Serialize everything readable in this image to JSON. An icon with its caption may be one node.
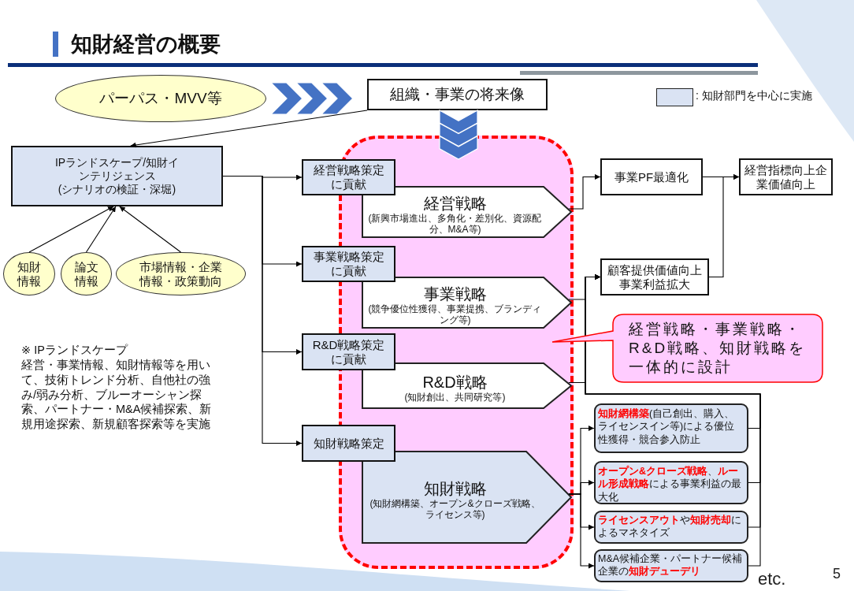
{
  "diagram": {
    "title": "知財経営の概要",
    "nodes": [
      {
        "text": [
          "パーパス・MVV等"
        ]
      },
      {
        "text": [
          "組織・事業の将来像"
        ]
      },
      {
        "text": [
          "IPランドスケープ/知財インテリジェンス",
          "(シナリオの検証・深堀)"
        ]
      },
      {
        "text": [
          "知財情報"
        ]
      },
      {
        "text": [
          "論文情報"
        ]
      },
      {
        "text": [
          "市場情報・企業情報・政策動向"
        ]
      },
      {
        "text": [
          "※ IPランドスケープ",
          "経営・事業情報、知財情報等を用いて、技術トレンド分析、自他社の強み/弱み分析、ブルーオーシャン探索、パートナー・M&A候補探索、新規用途探索、新規顧客探索等を実施"
        ]
      },
      {
        "text": [],
        "shape": "box"
      },
      {
        "text": [
          "経営戦略策定に貢献"
        ]
      },
      {
        "text": [
          "経営戦略",
          "(新興市場進出、多角化・差別化、資源配分、M&A等)"
        ],
        "in": 7
      },
      {
        "text": [
          "事業戦略策定に貢献"
        ]
      },
      {
        "text": [
          "事業戦略",
          "(競争優位性獲得、事業提携、ブランディング等)"
        ],
        "in": 7
      },
      {
        "text": [
          "R&D戦略策定に貢献"
        ]
      },
      {
        "text": [
          "R&D戦略",
          "(知財創出、共同研究等)"
        ],
        "in": 7
      },
      {
        "text": [
          "知財戦略策定"
        ]
      },
      {
        "text": [
          "知財戦略",
          "(知財網構築、オープン&クローズ戦略、ライセンス等)"
        ],
        "in": 7
      },
      {
        "text": [
          "事業PF最適化"
        ]
      },
      {
        "text": [
          "経営指標向上企業価値向上"
        ]
      },
      {
        "text": [
          "顧客提供価値向上事業利益拡大"
        ]
      },
      {
        "text": [
          "経営戦略・事業戦略・R&D戦略、知財戦略を一体的に設計"
        ]
      },
      {
        "text": [
          "**知財網構築**(自己創出、購入、ライセンスイン等)による優位性獲得・競合参入防止"
        ]
      },
      {
        "text": [
          "**オープン&クローズ戦略**、**ルール形成戦略**による事業利益の最大化"
        ]
      },
      {
        "text": [
          "**ライセンスアウト**や**知財売却**によるマネタイズ"
        ]
      },
      {
        "text": [
          "M&A候補企業・パートナー候補企業の**知財デューデリ**"
        ]
      }
    ],
    "edges": [
      {
        "from": 0,
        "to": 1,
        "arrow": "to",
        "style": "thick",
        "color": "#4472c4"
      },
      {
        "from": 1,
        "to": 7,
        "arrow": "to",
        "style": "thick",
        "color": "#4472c4"
      },
      {
        "from": 1,
        "to": 2,
        "arrow": "to"
      },
      {
        "from": 3,
        "to": 2,
        "arrow": "to"
      },
      {
        "from": 4,
        "to": 2,
        "arrow": "to"
      },
      {
        "from": 5,
        "to": 2,
        "arrow": "to"
      },
      {
        "from": 2,
        "to": 8,
        "arrow": "to"
      },
      {
        "from": 2,
        "to": 10,
        "arrow": "to"
      },
      {
        "from": 2,
        "to": 12,
        "arrow": "to"
      },
      {
        "from": 2,
        "to": 14,
        "arrow": "to"
      },
      {
        "from": 9,
        "to": 16,
        "arrow": "to"
      },
      {
        "from": 11,
        "to": 18,
        "arrow": "to"
      },
      {
        "from": 13,
        "to": 18,
        "arrow": "to"
      },
      {
        "from": 15,
        "to": 20,
        "arrow": "to"
      },
      {
        "from": 15,
        "to": 21,
        "arrow": "to"
      },
      {
        "from": 15,
        "to": 22,
        "arrow": "to"
      },
      {
        "from": 15,
        "to": 23,
        "arrow": "to"
      },
      {
        "from": 20,
        "to": 18,
        "arrow": "to"
      },
      {
        "from": 21,
        "to": 18,
        "arrow": "to"
      },
      {
        "from": 22,
        "to": 18,
        "arrow": "to"
      },
      {
        "from": 23,
        "to": 18,
        "arrow": "to"
      },
      {
        "from": 16,
        "to": 17,
        "arrow": "to"
      },
      {
        "from": 18,
        "to": 17,
        "arrow": "to"
      }
    ],
    "labels": [
      "etc.",
      "5"
    ],
    "legend": [
      {
        "text": ": 知財部門を中心に実施",
        "color": "#dae3f3"
      }
    ]
  }
}
